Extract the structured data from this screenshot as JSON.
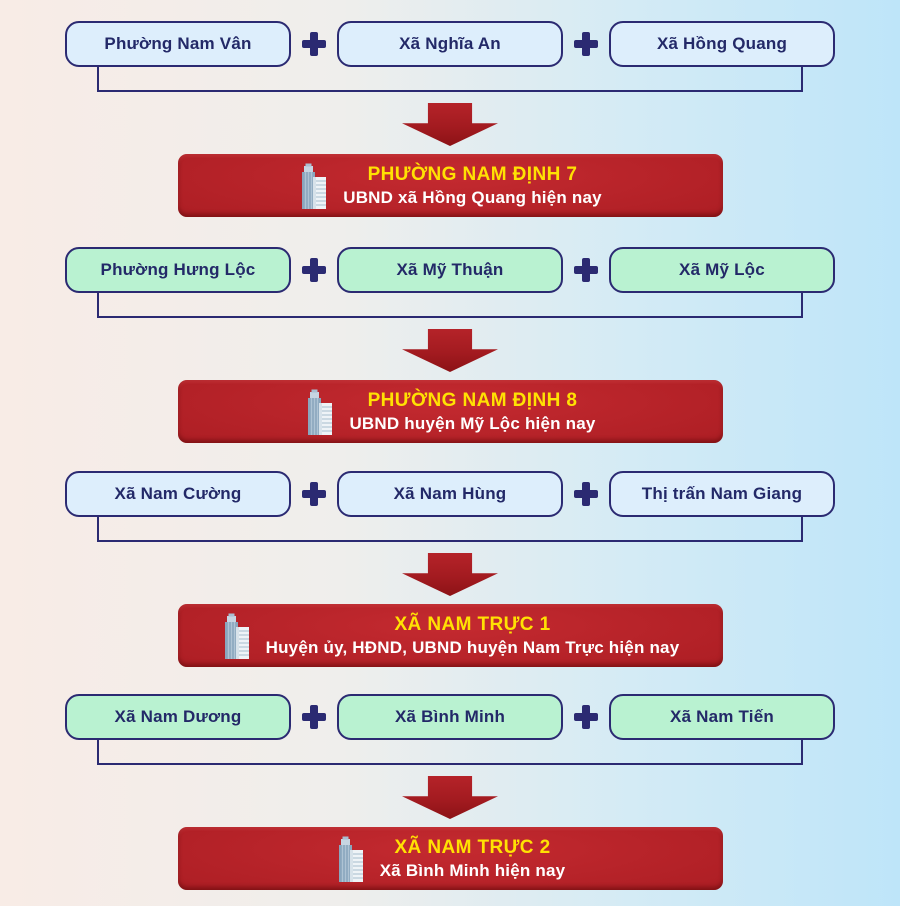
{
  "diagram": {
    "description": "Administrative unit merger flowchart",
    "plus": "+",
    "icons": {
      "plus": "plus-icon",
      "arrow": "arrow-down-icon",
      "building": "building-icon"
    },
    "colors": {
      "navy": "#2b2a72",
      "source_blue_fill": "#ddeefc",
      "source_green_fill": "#b9f2d1",
      "result_red": "#ad1e24",
      "result_title_yellow": "#ffe103",
      "result_subtitle_white": "#ffffff",
      "arrow_red": "#a31b20",
      "background_left": "#f8ece6",
      "background_right": "#bee5f9"
    },
    "groups": [
      {
        "variant": "blue",
        "sources": [
          "Phường Nam Vân",
          "Xã Nghĩa An",
          "Xã Hồng Quang"
        ],
        "result_title": "PHƯỜNG NAM ĐỊNH 7",
        "result_subtitle": "UBND xã Hồng Quang hiện nay"
      },
      {
        "variant": "green",
        "sources": [
          "Phường Hưng Lộc",
          "Xã Mỹ Thuận",
          "Xã Mỹ Lộc"
        ],
        "result_title": "PHƯỜNG NAM ĐỊNH 8",
        "result_subtitle": "UBND huyện Mỹ Lộc hiện nay"
      },
      {
        "variant": "blue",
        "sources": [
          "Xã Nam Cường",
          "Xã Nam Hùng",
          "Thị trấn Nam Giang"
        ],
        "result_title": "XÃ NAM TRỰC 1",
        "result_subtitle": "Huyện ủy, HĐND, UBND huyện Nam Trực hiện nay"
      },
      {
        "variant": "green",
        "sources": [
          "Xã Nam Dương",
          "Xã Bình Minh",
          "Xã Nam Tiến"
        ],
        "result_title": "XÃ NAM TRỰC 2",
        "result_subtitle": "Xã Bình Minh hiện nay"
      }
    ]
  }
}
